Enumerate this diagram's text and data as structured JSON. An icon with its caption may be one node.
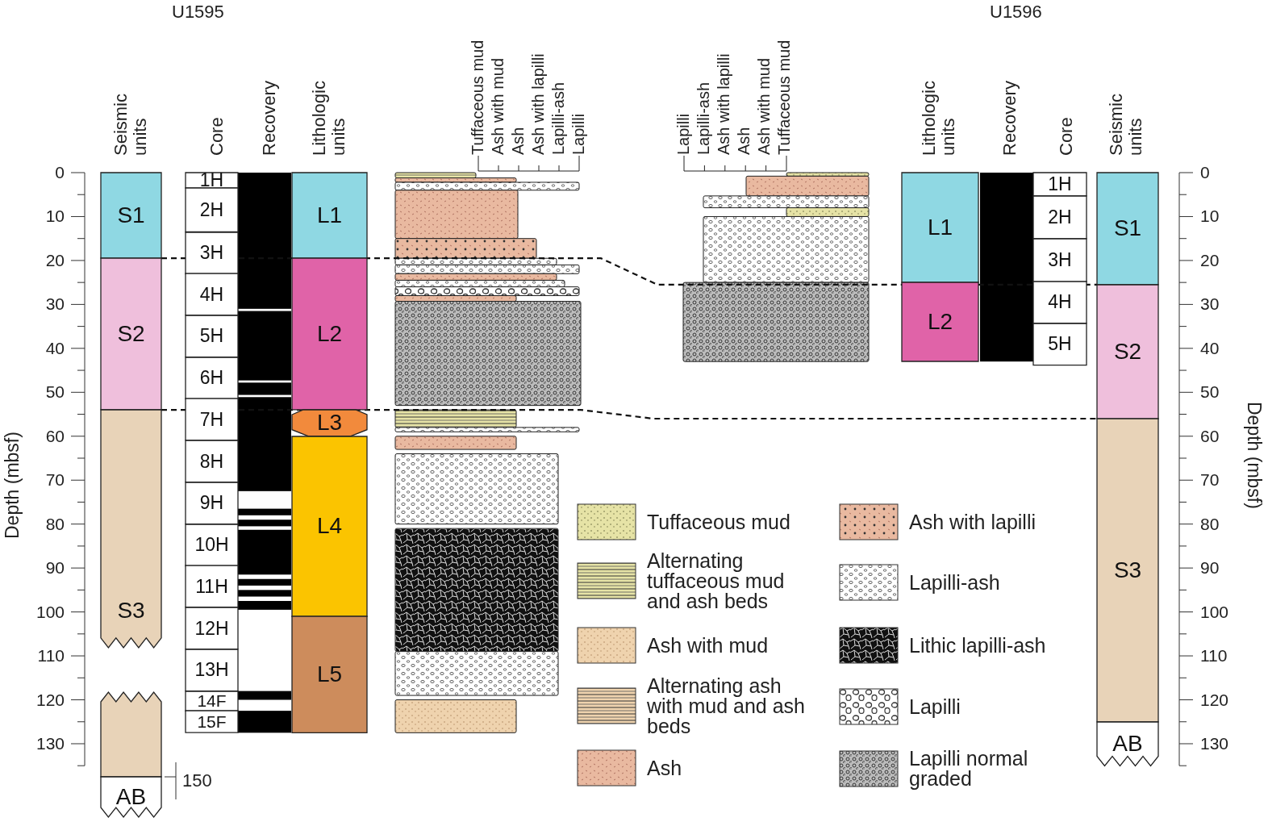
{
  "diagram": {
    "nodes": [
      {
        "text": [
          "S1"
        ]
      },
      {
        "text": [
          "S2"
        ]
      },
      {
        "text": [
          "S3"
        ]
      },
      {
        "text": [],
        "shape": "box"
      },
      {
        "text": [
          "AB"
        ]
      },
      {
        "text": [
          "1H"
        ]
      },
      {
        "text": [
          "2H"
        ]
      },
      {
        "text": [
          "3H"
        ]
      },
      {
        "text": [
          "4H"
        ]
      },
      {
        "text": [
          "5H"
        ]
      },
      {
        "text": [
          "6H"
        ]
      },
      {
        "text": [
          "7H"
        ]
      },
      {
        "text": [
          "8H"
        ]
      },
      {
        "text": [
          "9H"
        ]
      },
      {
        "text": [
          "10H"
        ]
      },
      {
        "text": [
          "11H"
        ]
      },
      {
        "text": [
          "12H"
        ]
      },
      {
        "text": [
          "13H"
        ]
      },
      {
        "text": [
          "14F"
        ]
      },
      {
        "text": [
          "15F"
        ]
      },
      {
        "text": [
          "L1"
        ]
      },
      {
        "text": [
          "L2"
        ]
      },
      {
        "text": [
          "L3"
        ]
      },
      {
        "text": [
          "L4"
        ]
      },
      {
        "text": [
          "L5"
        ]
      },
      {
        "text": [
          "L1"
        ]
      },
      {
        "text": [
          "L2"
        ]
      },
      {
        "text": [
          "1H"
        ]
      },
      {
        "text": [
          "2H"
        ]
      },
      {
        "text": [
          "3H"
        ]
      },
      {
        "text": [
          "4H"
        ]
      },
      {
        "text": [
          "5H"
        ]
      },
      {
        "text": [
          "S1"
        ]
      },
      {
        "text": [
          "S2"
        ]
      },
      {
        "text": [
          "S3"
        ]
      },
      {
        "text": [
          "AB"
        ]
      }
    ],
    "labels": [
      "U1595",
      "U1596",
      "Seismic units",
      "Core",
      "Recovery",
      "Lithologic units",
      "Tuffaceous mud",
      "Ash with mud",
      "Ash",
      "Ash with lapilli",
      "Lapilli-ash",
      "Lapilli",
      "Lapilli",
      "Lapilli-ash",
      "Ash with lapilli",
      "Ash",
      "Ash with mud",
      "Tuffaceous mud",
      "Lithologic units",
      "Recovery",
      "Core",
      "Seismic units",
      "0",
      "10",
      "20",
      "30",
      "40",
      "50",
      "60",
      "70",
      "80",
      "90",
      "100",
      "110",
      "120",
      "130",
      "150",
      "Depth (mbsf)",
      "0",
      "10",
      "20",
      "30",
      "40",
      "50",
      "60",
      "70",
      "80",
      "90",
      "100",
      "110",
      "120",
      "130",
      "Depth (mbsf)"
    ],
    "legend": [
      {
        "text": "Tuffaceous mud"
      },
      {
        "text": "Alternating tuffaceous mud and ash beds"
      },
      {
        "text": "Ash with mud"
      },
      {
        "text": "Alternating ash with mud and ash beds"
      },
      {
        "text": "Ash"
      },
      {
        "text": "Ash with lapilli"
      },
      {
        "text": "Lapilli-ash"
      },
      {
        "text": "Lithic lapilli-ash"
      },
      {
        "text": "Lapilli"
      },
      {
        "text": "Lapilli normal graded"
      }
    ]
  }
}
